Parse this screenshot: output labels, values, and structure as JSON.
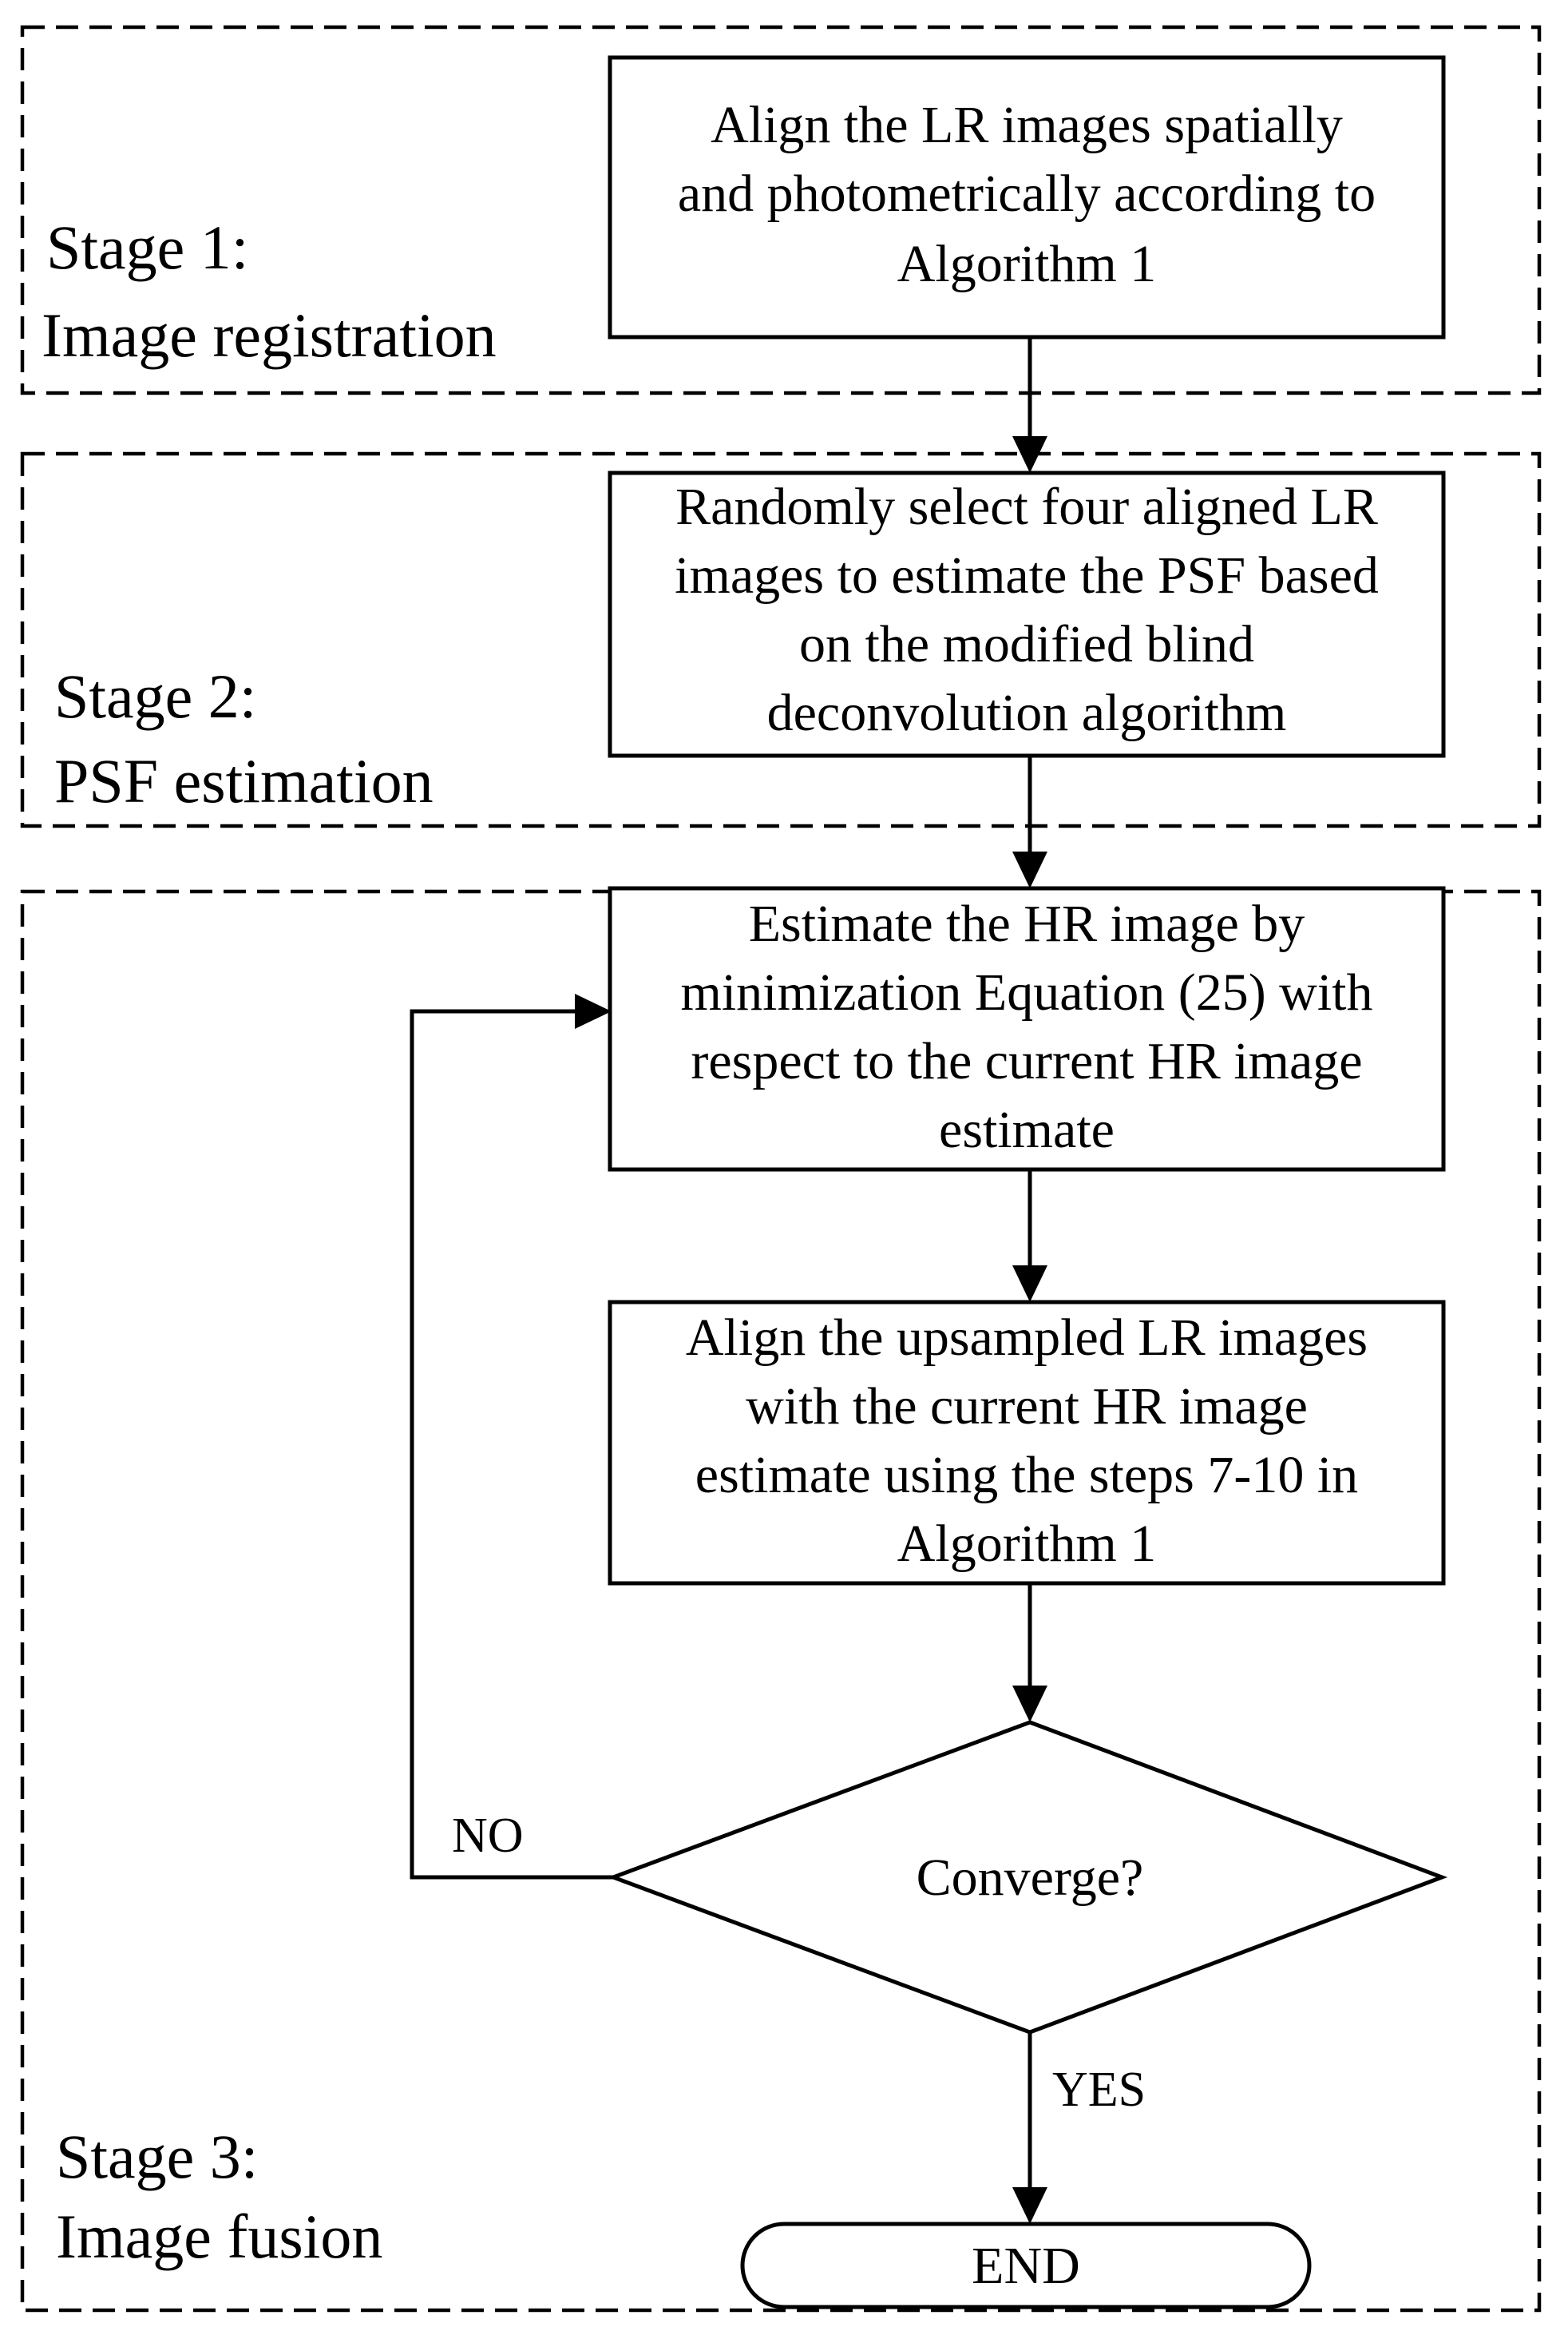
{
  "stages": [
    {
      "id": "stage-1",
      "title": "Stage 1:",
      "name": "Image registration"
    },
    {
      "id": "stage-2",
      "title": "Stage 2:",
      "name": "PSF estimation"
    },
    {
      "id": "stage-3",
      "title": "Stage 3:",
      "name": "Image fusion"
    }
  ],
  "nodes": {
    "register": [
      "Align the LR images spatially",
      "and photometrically according to",
      "Algorithm 1"
    ],
    "psf": [
      "Randomly select four aligned LR",
      "images to estimate the PSF based",
      "on the modified blind",
      "deconvolution algorithm"
    ],
    "estimate_hr": [
      "Estimate the HR image by",
      "minimization Equation (25) with",
      "respect to the current HR image",
      "estimate"
    ],
    "align_upsampled": [
      "Align the upsampled LR images",
      "with the current HR image",
      "estimate using the steps 7-10 in",
      "Algorithm 1"
    ],
    "converge": "Converge?",
    "end": "END"
  },
  "edges": {
    "no_label": "NO",
    "yes_label": "YES"
  }
}
